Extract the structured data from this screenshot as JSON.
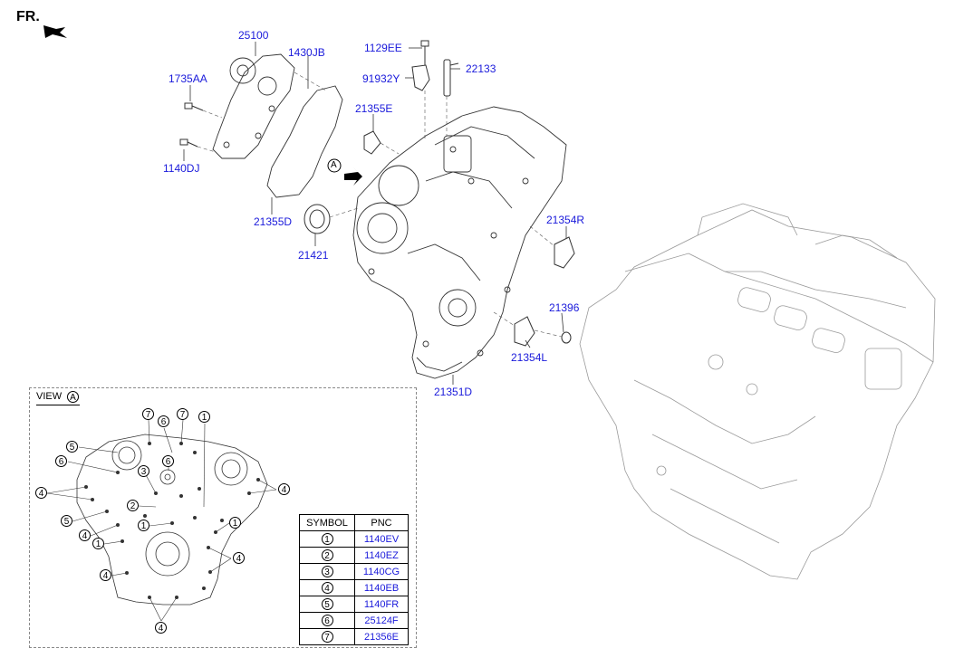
{
  "header": {
    "fr_label": "FR."
  },
  "colors": {
    "pnc_link": "#1a1adb",
    "text": "#000000",
    "line": "#333333",
    "ghost": "#9a9a9a"
  },
  "parts": [
    {
      "id": "25100",
      "label": "25100"
    },
    {
      "id": "1430JB",
      "label": "1430JB"
    },
    {
      "id": "1735AA",
      "label": "1735AA"
    },
    {
      "id": "1140DJ",
      "label": "1140DJ"
    },
    {
      "id": "21355D",
      "label": "21355D"
    },
    {
      "id": "21421",
      "label": "21421"
    },
    {
      "id": "1129EE",
      "label": "1129EE"
    },
    {
      "id": "22133",
      "label": "22133"
    },
    {
      "id": "91932Y",
      "label": "91932Y"
    },
    {
      "id": "21355E",
      "label": "21355E"
    },
    {
      "id": "21354R",
      "label": "21354R"
    },
    {
      "id": "21396",
      "label": "21396"
    },
    {
      "id": "21354L",
      "label": "21354L"
    },
    {
      "id": "21351D",
      "label": "21351D"
    }
  ],
  "view_a": {
    "title": "VIEW",
    "marker": "A"
  },
  "arrow_marker": "A",
  "callouts": [
    "7",
    "6",
    "7",
    "1",
    "5",
    "6",
    "3",
    "6",
    "4",
    "2",
    "4",
    "5",
    "1",
    "1",
    "4",
    "1",
    "4",
    "4",
    "4"
  ],
  "legend": {
    "headers": [
      "SYMBOL",
      "PNC"
    ],
    "rows": [
      {
        "symbol": "1",
        "pnc": "1140EV"
      },
      {
        "symbol": "2",
        "pnc": "1140EZ"
      },
      {
        "symbol": "3",
        "pnc": "1140CG"
      },
      {
        "symbol": "4",
        "pnc": "1140EB"
      },
      {
        "symbol": "5",
        "pnc": "1140FR"
      },
      {
        "symbol": "6",
        "pnc": "25124F"
      },
      {
        "symbol": "7",
        "pnc": "21356E"
      }
    ]
  }
}
